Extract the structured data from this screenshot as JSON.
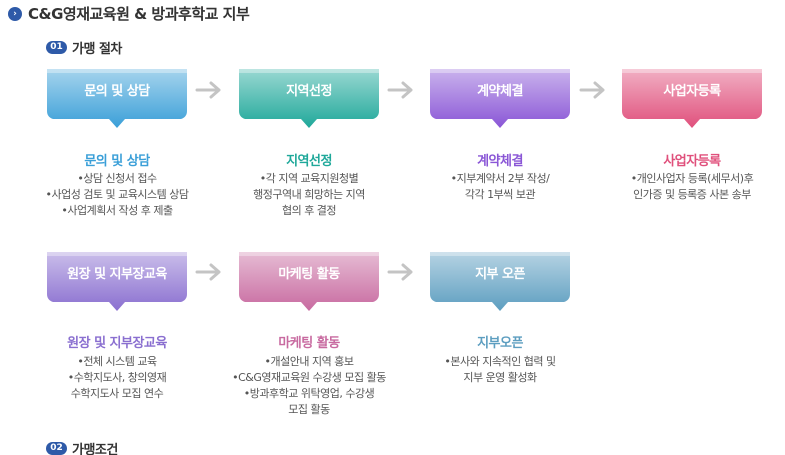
{
  "title": "C&G영재교육원 & 방과후학교 지부",
  "sections": {
    "s1": {
      "num": "01",
      "label": "가맹 절차"
    },
    "s2": {
      "num": "02",
      "label": "가맹조건"
    }
  },
  "steps": [
    {
      "box": "문의 및 상담",
      "title": "문의 및 상담",
      "color": "#3a9fd8",
      "lines": [
        "•상담 신청서 접수",
        "•사업성 검토 및 교육시스템 상담",
        "•사업계획서 작성 후 제출"
      ]
    },
    {
      "box": "지역선정",
      "title": "지역선정",
      "color": "#1fa89a",
      "lines": [
        "•각 지역 교육지원청별",
        "행정구역내 희망하는 지역",
        "협의 후 결정"
      ]
    },
    {
      "box": "계약체결",
      "title": "계약체결",
      "color": "#8a56d6",
      "lines": [
        "•지부계약서 2부 작성/",
        "각각 1부씩 보관"
      ]
    },
    {
      "box": "사업자등록",
      "title": "사업자등록",
      "color": "#e0507c",
      "lines": [
        "•개인사업자 등록(세무서)후",
        "인가증 및 등록증 사본 송부"
      ]
    },
    {
      "box": "원장 및 지부장교육",
      "title": "원장 및 지부장교육",
      "color": "#8a6fd0",
      "lines": [
        "•전체 시스템 교육",
        "•수학지도사, 창의영재",
        "수학지도사 모집 연수"
      ]
    },
    {
      "box": "마케팅 활동",
      "title": "마케팅 활동",
      "color": "#c86aa0",
      "lines": [
        "•개설안내 지역 홍보",
        "•C&G영재교육원 수강생 모집 활동",
        "•방과후학교 위탁영업, 수강생",
        "모집 활동"
      ]
    },
    {
      "box": "지부 오픈",
      "title": "지부오픈",
      "color": "#5d9ec0",
      "lines": [
        "•본사와 지속적인 협력 및",
        "지부 운영 활성화"
      ]
    }
  ],
  "icons": {
    "title_bullet": "chevron-right-icon",
    "arrow": "arrow-right-icon"
  }
}
